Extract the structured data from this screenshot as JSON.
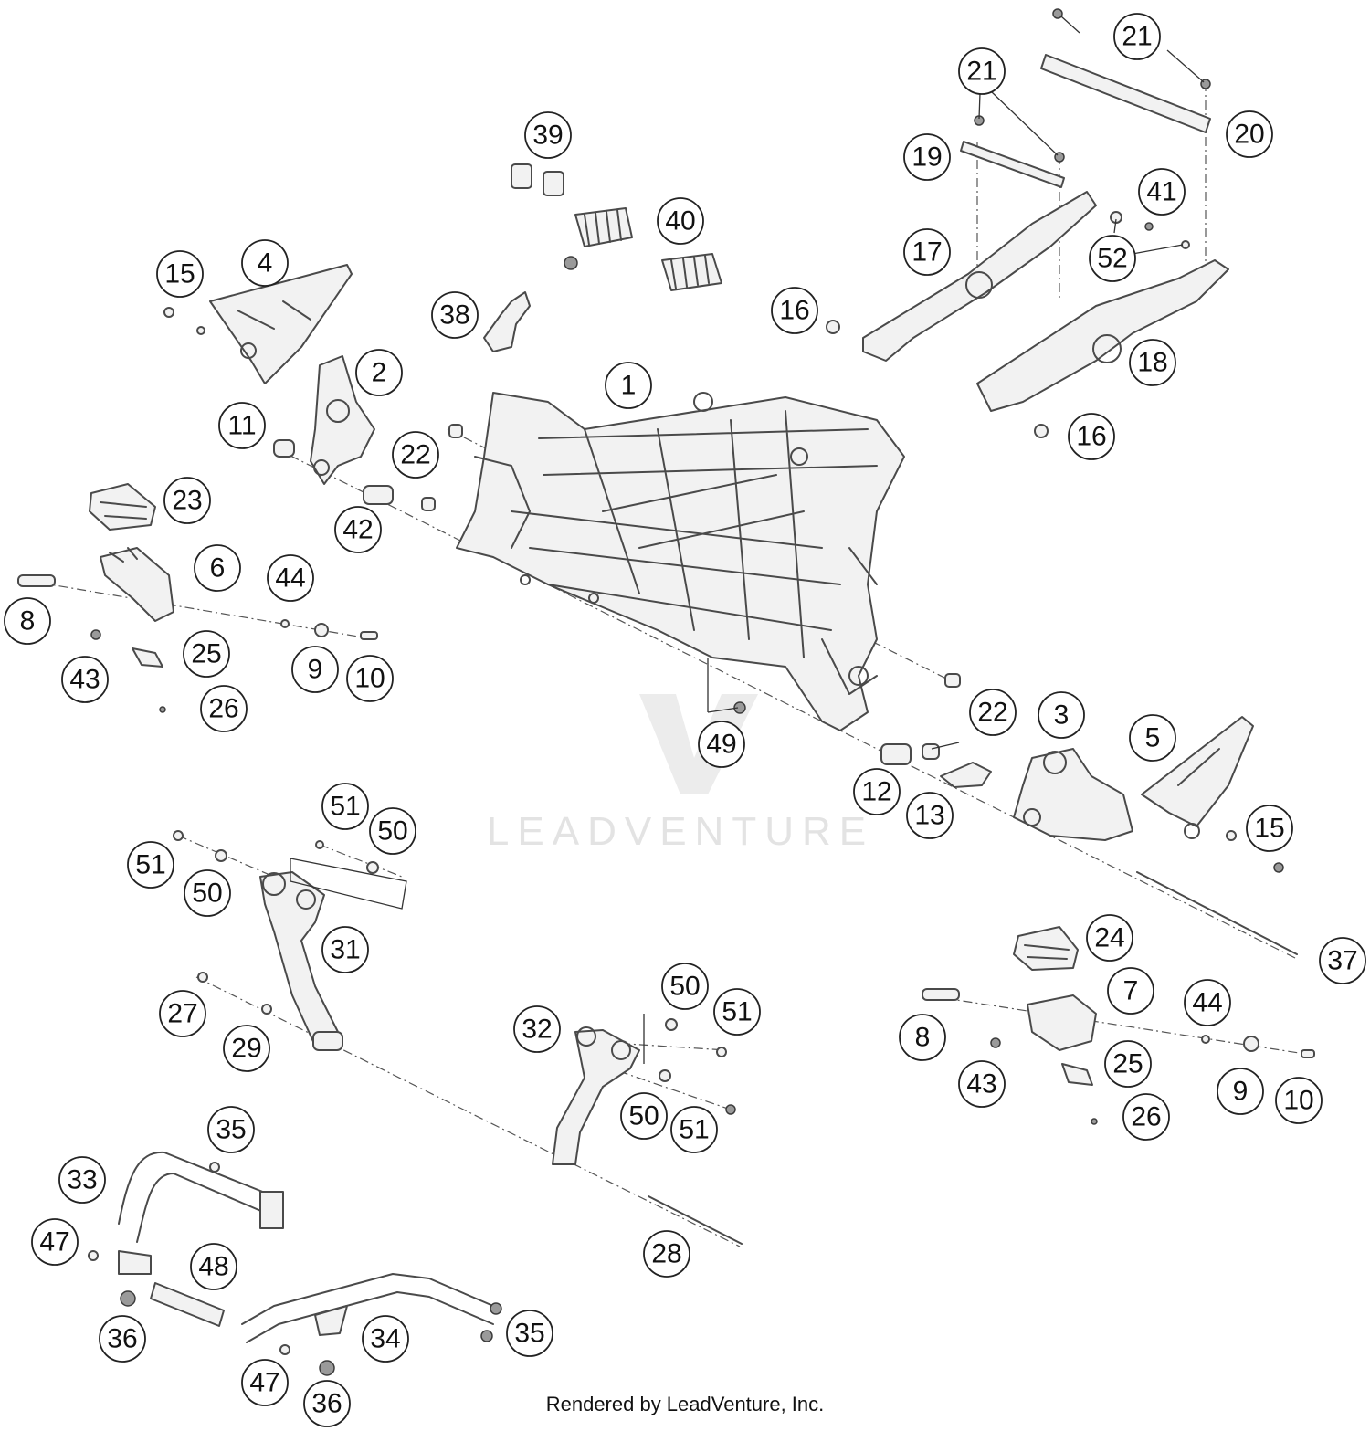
{
  "watermark": {
    "text": "LEADVENTURE"
  },
  "credit": {
    "text": "Rendered by LeadVenture, Inc."
  },
  "callouts": [
    {
      "label": "1"
    },
    {
      "label": "2"
    },
    {
      "label": "3"
    },
    {
      "label": "4"
    },
    {
      "label": "5"
    },
    {
      "label": "6"
    },
    {
      "label": "7"
    },
    {
      "label": "8"
    },
    {
      "label": "8"
    },
    {
      "label": "9"
    },
    {
      "label": "9"
    },
    {
      "label": "10"
    },
    {
      "label": "10"
    },
    {
      "label": "11"
    },
    {
      "label": "12"
    },
    {
      "label": "13"
    },
    {
      "label": "15"
    },
    {
      "label": "15"
    },
    {
      "label": "16"
    },
    {
      "label": "16"
    },
    {
      "label": "17"
    },
    {
      "label": "18"
    },
    {
      "label": "19"
    },
    {
      "label": "20"
    },
    {
      "label": "21"
    },
    {
      "label": "21"
    },
    {
      "label": "22"
    },
    {
      "label": "22"
    },
    {
      "label": "23"
    },
    {
      "label": "24"
    },
    {
      "label": "25"
    },
    {
      "label": "25"
    },
    {
      "label": "26"
    },
    {
      "label": "26"
    },
    {
      "label": "27"
    },
    {
      "label": "28"
    },
    {
      "label": "29"
    },
    {
      "label": "31"
    },
    {
      "label": "32"
    },
    {
      "label": "33"
    },
    {
      "label": "34"
    },
    {
      "label": "35"
    },
    {
      "label": "35"
    },
    {
      "label": "36"
    },
    {
      "label": "36"
    },
    {
      "label": "37"
    },
    {
      "label": "38"
    },
    {
      "label": "39"
    },
    {
      "label": "40"
    },
    {
      "label": "41"
    },
    {
      "label": "42"
    },
    {
      "label": "43"
    },
    {
      "label": "43"
    },
    {
      "label": "44"
    },
    {
      "label": "44"
    },
    {
      "label": "47"
    },
    {
      "label": "47"
    },
    {
      "label": "48"
    },
    {
      "label": "49"
    },
    {
      "label": "50"
    },
    {
      "label": "50"
    },
    {
      "label": "50"
    },
    {
      "label": "50"
    },
    {
      "label": "51"
    },
    {
      "label": "51"
    },
    {
      "label": "51"
    },
    {
      "label": "51"
    },
    {
      "label": "52"
    }
  ]
}
